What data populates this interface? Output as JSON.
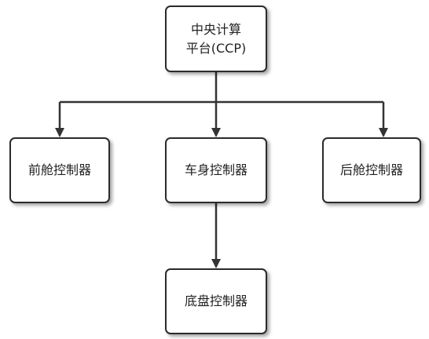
{
  "nodes": {
    "ccp": {
      "line1": "中央计算",
      "line2": "平台(CCP)"
    },
    "front": {
      "label": "前舱控制器"
    },
    "body": {
      "label": "车身控制器"
    },
    "rear": {
      "label": "后舱控制器"
    },
    "chassis": {
      "label": "底盘控制器"
    }
  },
  "edges": [
    {
      "from": "ccp",
      "to": "front"
    },
    {
      "from": "ccp",
      "to": "body"
    },
    {
      "from": "ccp",
      "to": "rear"
    },
    {
      "from": "body",
      "to": "chassis"
    }
  ],
  "colors": {
    "line": "#333333",
    "border": "#2b2b2b",
    "text": "#222222"
  }
}
